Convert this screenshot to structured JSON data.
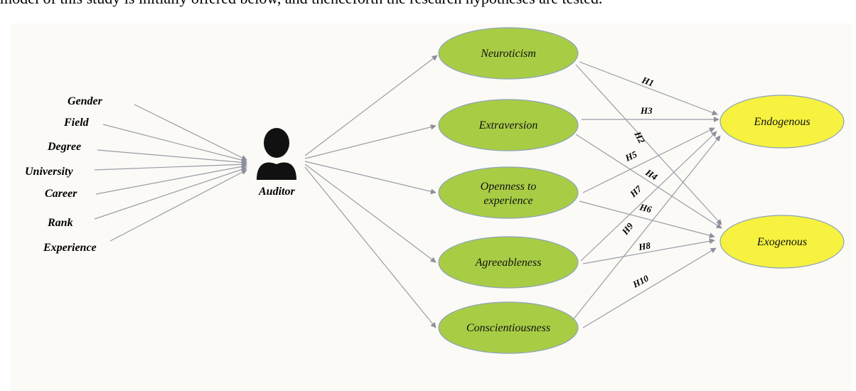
{
  "header_text": "model of this study is initially offered below, and thenceforth the research hypotheses are tested.",
  "demographics": [
    "Gender",
    "Field",
    "Degree",
    "University",
    "Career",
    "Rank",
    "Experience"
  ],
  "auditor": {
    "label": "Auditor",
    "icon": "person-icon"
  },
  "traits": [
    "Neuroticism",
    "Extraversion",
    "Openness to experience",
    "Agreeableness",
    "Conscientiousness"
  ],
  "outcomes": [
    "Endogenous",
    "Exogenous"
  ],
  "hypotheses": [
    "H1",
    "H2",
    "H3",
    "H4",
    "H5",
    "H6",
    "H7",
    "H8",
    "H9",
    "H10"
  ],
  "colors": {
    "trait_fill": "#a8cd45",
    "outcome_fill": "#f6f23f",
    "arrow": "#8d8f9c",
    "panel_bg": "#fbfaf6"
  }
}
